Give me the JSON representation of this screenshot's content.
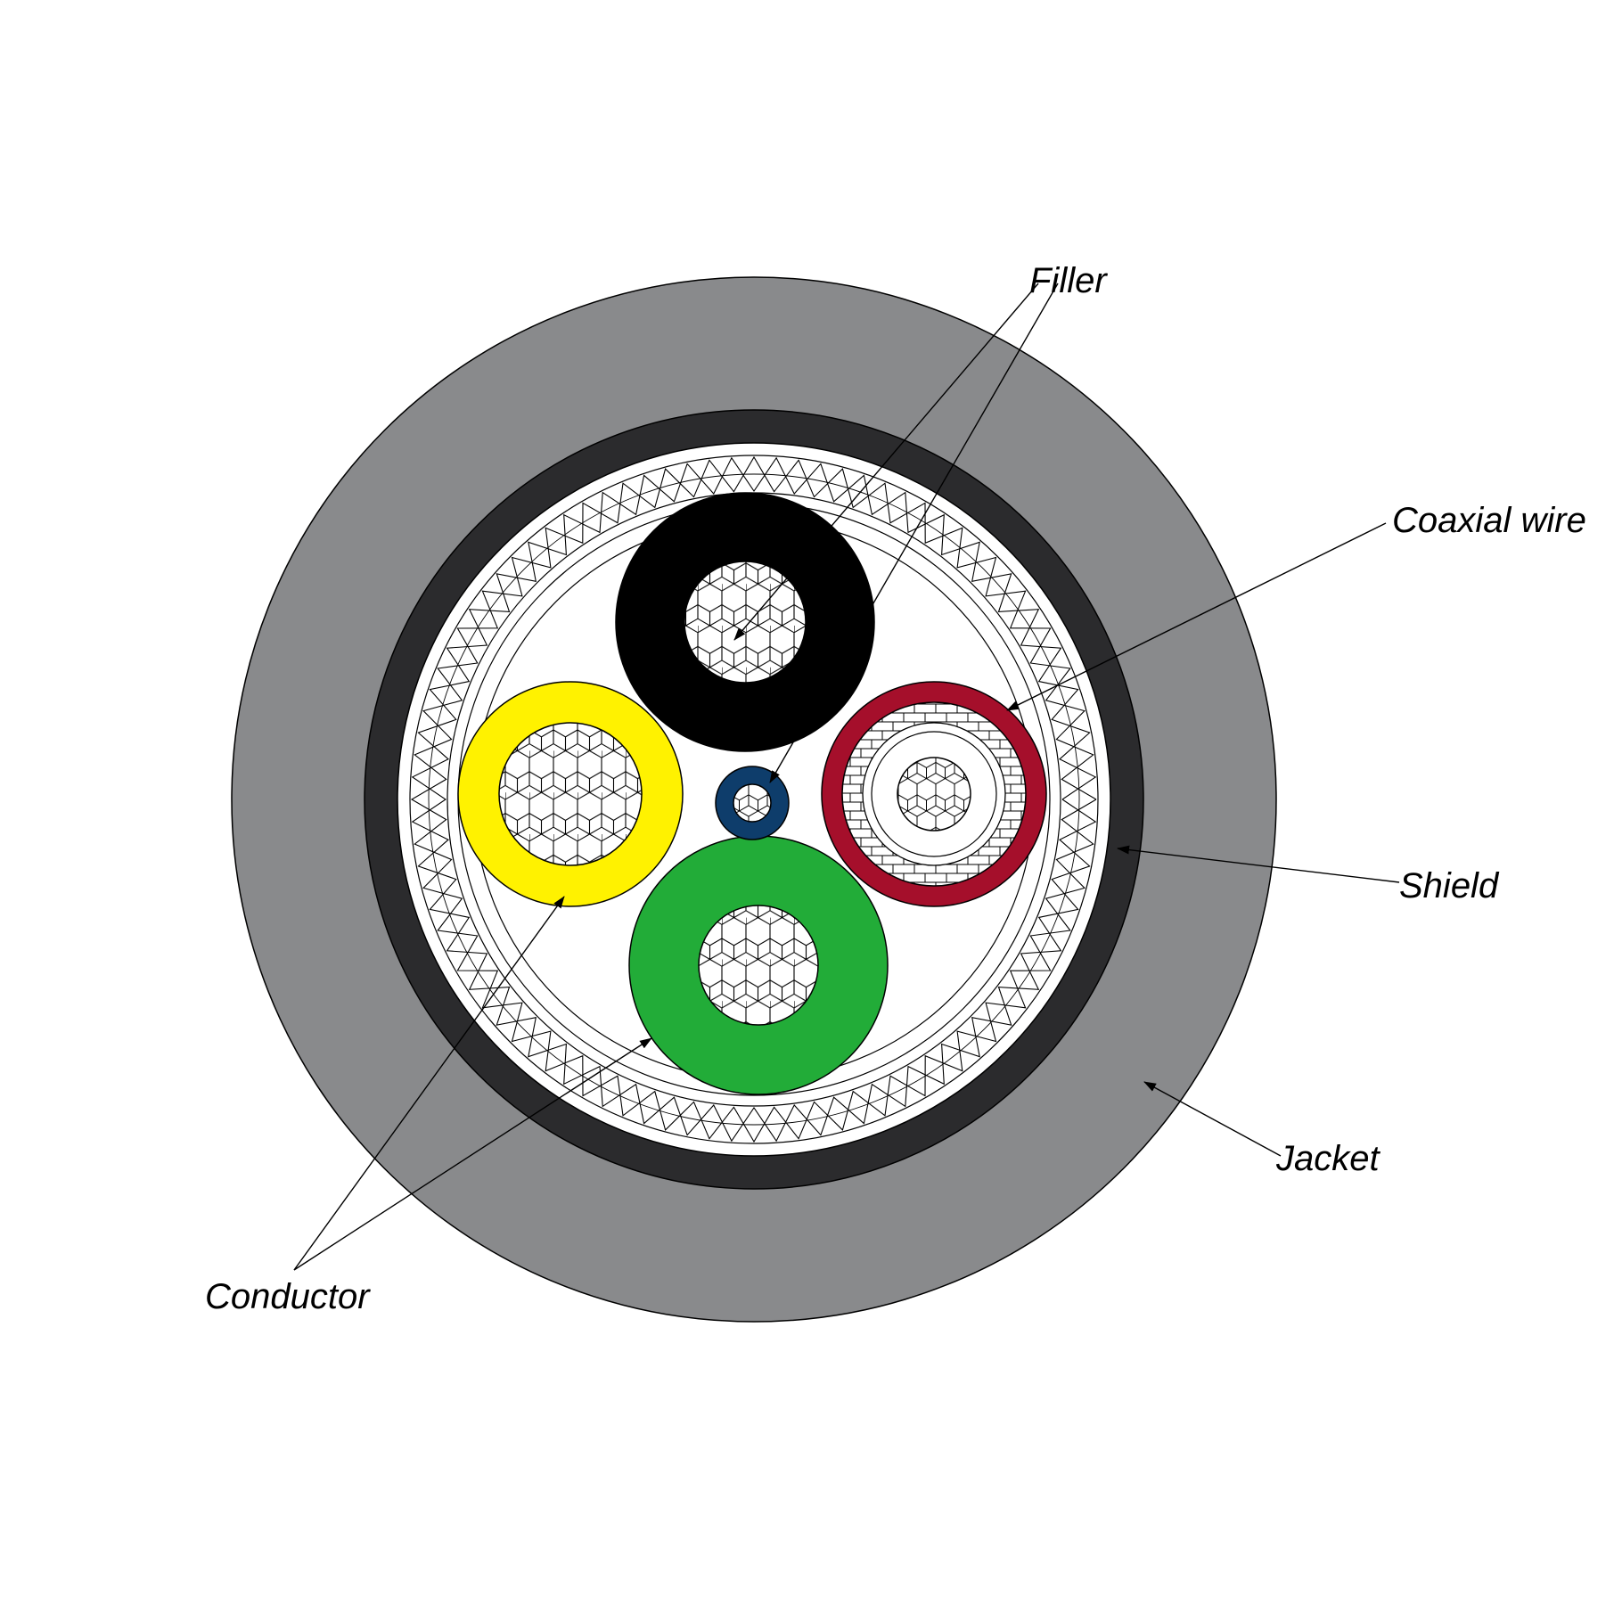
{
  "labels": {
    "filler": "Filler",
    "coaxial_wire": "Coaxial wire",
    "shield": "Shield",
    "jacket": "Jacket",
    "conductor": "Conductor"
  },
  "colors": {
    "jacket": "#898a8c",
    "inner_sheath": "#2b2b2d",
    "background": "#ffffff",
    "insulation_black": "#000000",
    "insulation_yellow": "#fff200",
    "insulation_green": "#22ac38",
    "insulation_red": "#a50f2b",
    "filler_blue": "#0e3d6b",
    "stroke": "#000000"
  }
}
